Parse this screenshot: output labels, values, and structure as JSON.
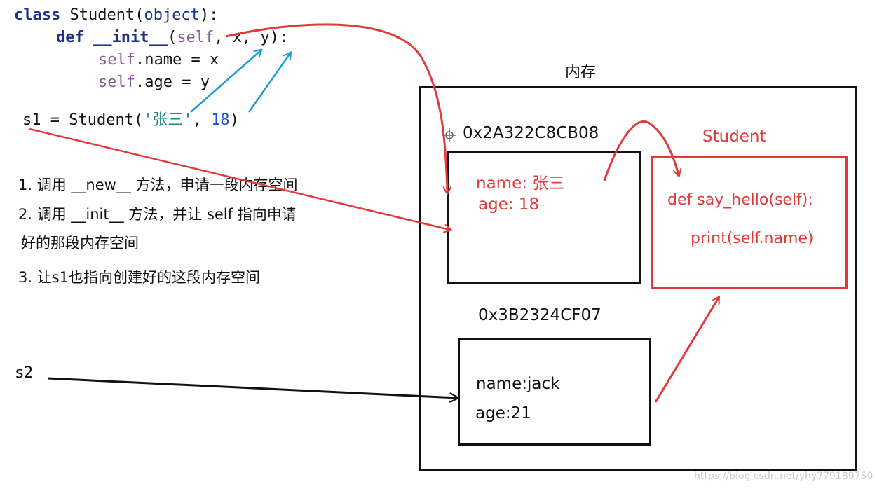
{
  "code": {
    "line1": {
      "kw": "class",
      "name": " Student(",
      "obj": "object",
      "end": "):"
    },
    "line2": {
      "kw": "def",
      "fn": " __init__",
      "open": "(",
      "self": "self",
      "args": ", x, y):"
    },
    "line3": {
      "self": "self",
      "rest": ".name = x"
    },
    "line4": {
      "self": "self",
      "rest": ".age = y"
    },
    "line5": {
      "pre": "s1 = Student(",
      "str": "'张三'",
      "mid": ", ",
      "num": "18",
      "end": ")"
    }
  },
  "notes": [
    "1. 调用 __new__ 方法，申请一段内存空间",
    "2. 调用 __init__ 方法，并让 self 指向申请",
    "好的那段内存空间",
    "3. 让s1也指向创建好的这段内存空间"
  ],
  "s2_label": "s2",
  "memory": {
    "title": "内存",
    "obj1": {
      "address": "0x2A322C8CB08",
      "name_line": "name:  张三",
      "age_line": "age:  18"
    },
    "obj2": {
      "address": "0x3B2324CF07",
      "name_line": "name:jack",
      "age_line": "age:21"
    },
    "class_box": {
      "title": "Student",
      "method": "def say_hello(self):",
      "body": "print(self.name)"
    }
  },
  "watermark": "https://blog.csdn.net/yhy779189750",
  "colors": {
    "red": "#e23a3a",
    "blue": "#1a9ad8",
    "black": "#111111"
  }
}
